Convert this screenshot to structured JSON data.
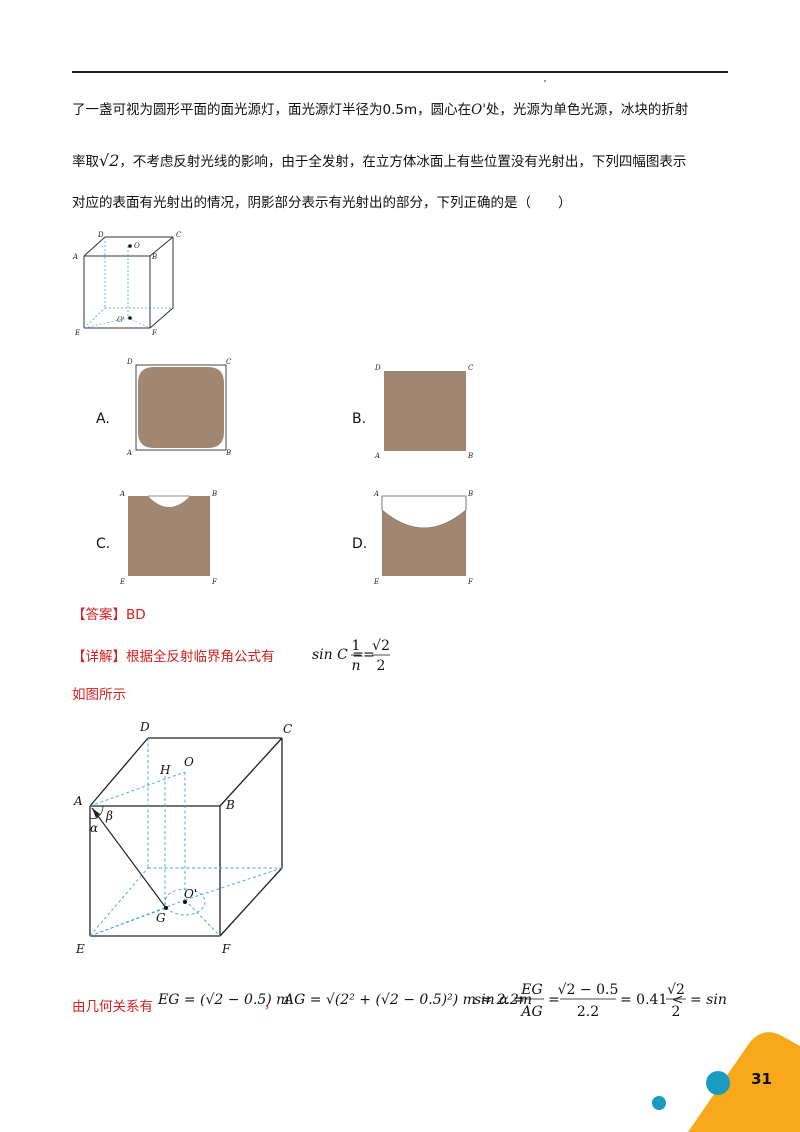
{
  "paragraph": {
    "line1_a": "了一盏可视为圆形平面的面光源灯，面光源灯半径为0.5m，圆心在",
    "line1_sym": "O'",
    "line1_b": "处，光源为单色光源，冰块的折射",
    "line2_a": "率取",
    "line2_sym": "√2",
    "line2_b": "，不考虑反射光线的影响，由于全发射，在立方体冰面上有些位置没有光射出，下列四幅图表示",
    "line3": "对应的表面有光射出的情况，阴影部分表示有光射出的部分，下列正确的是（　　）"
  },
  "cube_labels": {
    "A": "A",
    "B": "B",
    "C": "C",
    "D": "D",
    "E": "E",
    "F": "F",
    "O": "O",
    "Oprime": "O'"
  },
  "options": {
    "a": {
      "label": "A.",
      "tl": "D",
      "tr": "C",
      "bl": "A",
      "br": "B"
    },
    "b": {
      "label": "B.",
      "tl": "D",
      "tr": "C",
      "bl": "A",
      "br": "B"
    },
    "c": {
      "label": "C.",
      "tl": "A",
      "tr": "B",
      "bl": "E",
      "br": "F"
    },
    "d": {
      "label": "D.",
      "tl": "A",
      "tr": "B",
      "bl": "E",
      "br": "F"
    }
  },
  "answer": {
    "tag": "【答案】",
    "value": "BD"
  },
  "detail": {
    "tag": "【详解】",
    "text": "根据全反射临界角公式有",
    "formula_lhs": "sin C =",
    "num1": "1",
    "den1": "n",
    "num2": "√2",
    "den2": "2"
  },
  "as_shown": "如图所示",
  "fig2_labels": {
    "A": "A",
    "B": "B",
    "C": "C",
    "D": "D",
    "E": "E",
    "F": "F",
    "G": "G",
    "H": "H",
    "O": "O",
    "Oprime": "O'",
    "alpha": "α",
    "beta": "β"
  },
  "geometry": {
    "prefix": "由几何关系有",
    "eg": "EG = (√2 − 0.5) m",
    "sep": "，",
    "ag": "AG = √(2² + (√2 − 0.5)²) m ≈ 2.2m",
    "sin_lhs": "sin α =",
    "f1n": "EG",
    "f1d": "AG",
    "f2n": "√2 − 0.5",
    "f2d": "2.2",
    "tail1": "= 0.41 <",
    "f3n": "√2",
    "f3d": "2",
    "tail2": "= sin C"
  },
  "page_number": "31",
  "colors": {
    "shade": "#a18672",
    "orange": "#f7a81b",
    "teal": "#1b9bc0",
    "red": "#d42020",
    "dash": "#3aa8d8"
  }
}
